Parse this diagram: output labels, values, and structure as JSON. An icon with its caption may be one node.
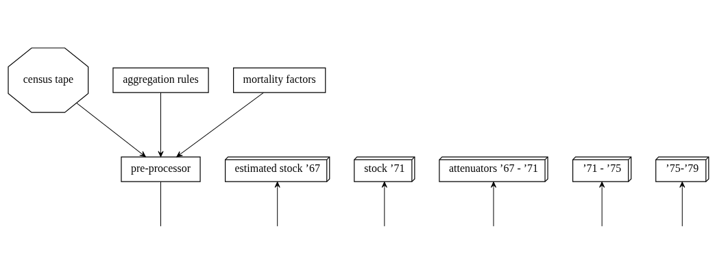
{
  "diagram": {
    "nodes": [
      {
        "text": [
          "census tape"
        ]
      },
      {
        "text": [
          "aggregation rules"
        ]
      },
      {
        "text": [
          "mortality factors"
        ]
      },
      {
        "text": [
          "pre-processor"
        ]
      },
      {
        "text": [
          "estimated stock ’67"
        ]
      },
      {
        "text": [
          "stock ’71"
        ]
      },
      {
        "text": [
          "attenuators ’67 - ’71"
        ]
      },
      {
        "text": [
          "’71 - ’75"
        ]
      },
      {
        "text": [
          "’75-’79"
        ]
      }
    ],
    "edges": [
      {
        "from": 0,
        "to": 3,
        "arrow": "to"
      },
      {
        "from": 1,
        "to": 3,
        "arrow": "to"
      },
      {
        "from": 2,
        "to": 3,
        "arrow": "to"
      },
      {
        "from": 3,
        "to": null,
        "arrow": "none"
      },
      {
        "from": null,
        "to": 4,
        "arrow": "to"
      },
      {
        "from": null,
        "to": 5,
        "arrow": "to"
      },
      {
        "from": null,
        "to": 6,
        "arrow": "to"
      },
      {
        "from": null,
        "to": 7,
        "arrow": "to"
      },
      {
        "from": null,
        "to": 8,
        "arrow": "to"
      }
    ]
  }
}
